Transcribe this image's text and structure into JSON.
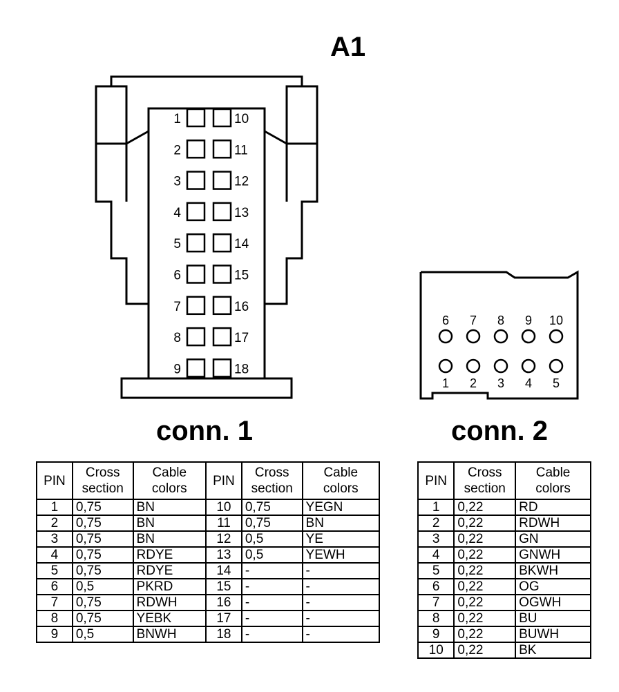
{
  "titles": {
    "main": "A1",
    "conn1": "conn. 1",
    "conn2": "conn. 2"
  },
  "conn1_diagram": {
    "left_pins": [
      "1",
      "2",
      "3",
      "4",
      "5",
      "6",
      "7",
      "8",
      "9"
    ],
    "right_pins": [
      "10",
      "11",
      "12",
      "13",
      "14",
      "15",
      "16",
      "17",
      "18"
    ]
  },
  "conn2_diagram": {
    "top_pins": [
      "6",
      "7",
      "8",
      "9",
      "10"
    ],
    "bottom_pins": [
      "1",
      "2",
      "3",
      "4",
      "5"
    ]
  },
  "table1": {
    "headers": [
      [
        "PIN"
      ],
      [
        "Cross",
        "section"
      ],
      [
        "Cable",
        "colors"
      ],
      [
        "PIN"
      ],
      [
        "Cross",
        "section"
      ],
      [
        "Cable",
        "colors"
      ]
    ],
    "rows": [
      [
        "1",
        "0,75",
        "BN",
        "10",
        "0,75",
        "YEGN"
      ],
      [
        "2",
        "0,75",
        "BN",
        "11",
        "0,75",
        "BN"
      ],
      [
        "3",
        "0,75",
        "BN",
        "12",
        "0,5",
        "YE"
      ],
      [
        "4",
        "0,75",
        "RDYE",
        "13",
        "0,5",
        "YEWH"
      ],
      [
        "5",
        "0,75",
        "RDYE",
        "14",
        "-",
        "-"
      ],
      [
        "6",
        "0,5",
        "PKRD",
        "15",
        "-",
        "-"
      ],
      [
        "7",
        "0,75",
        "RDWH",
        "16",
        "-",
        "-"
      ],
      [
        "8",
        "0,75",
        "YEBK",
        "17",
        "-",
        "-"
      ],
      [
        "9",
        "0,5",
        "BNWH",
        "18",
        "-",
        "-"
      ]
    ]
  },
  "table2": {
    "headers": [
      [
        "PIN"
      ],
      [
        "Cross",
        "section"
      ],
      [
        "Cable",
        "colors"
      ]
    ],
    "rows": [
      [
        "1",
        "0,22",
        "RD"
      ],
      [
        "2",
        "0,22",
        "RDWH"
      ],
      [
        "3",
        "0,22",
        "GN"
      ],
      [
        "4",
        "0,22",
        "GNWH"
      ],
      [
        "5",
        "0,22",
        "BKWH"
      ],
      [
        "6",
        "0,22",
        "OG"
      ],
      [
        "7",
        "0,22",
        "OGWH"
      ],
      [
        "8",
        "0,22",
        "BU"
      ],
      [
        "9",
        "0,22",
        "BUWH"
      ],
      [
        "10",
        "0,22",
        "BK"
      ]
    ]
  }
}
